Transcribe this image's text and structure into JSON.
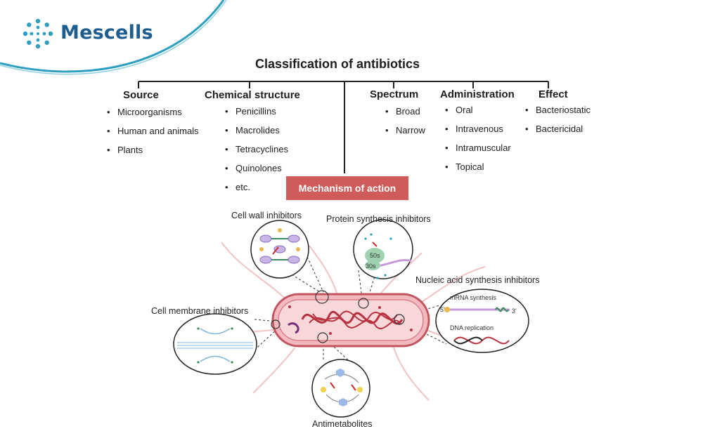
{
  "brand": {
    "name": "Mescells",
    "logo_icon": "mescells-dots-logo",
    "accent": "#2e9fc1",
    "text_color": "#1e5d8f"
  },
  "diagram": {
    "title": "Classification of antibiotics",
    "categories": [
      {
        "heading": "Source",
        "items": [
          "Microorganisms",
          "Human and animals",
          "Plants"
        ]
      },
      {
        "heading": "Chemical structure",
        "items": [
          "Penicillins",
          "Macrolides",
          "Tetracyclines",
          "Quinolones",
          "etc."
        ]
      },
      {
        "heading": "Spectrum",
        "items": [
          "Broad",
          "Narrow"
        ]
      },
      {
        "heading": "Administration",
        "items": [
          "Oral",
          "Intravenous",
          "Intramuscular",
          "Topical"
        ]
      },
      {
        "heading": "Effect",
        "items": [
          "Bacteriostatic",
          "Bactericidal"
        ]
      }
    ],
    "mechanism_label": "Mechanism of action",
    "mechanism_color": "#cf5b5b",
    "mechanisms": {
      "cell_wall": "Cell wall inhibitors",
      "protein": "Protein synthesis inhibitors",
      "nucleic": "Nucleic acid synthesis inhibitors",
      "membrane": "Cell membrane inhibitors",
      "antimetabolites": "Antimetabolites"
    },
    "inset_text": {
      "ribosome_large": "50s",
      "ribosome_small": "30s",
      "mrna": "mRNA synthesis",
      "dna": "DNA replication",
      "five_prime": "5'",
      "three_prime": "3'"
    }
  }
}
